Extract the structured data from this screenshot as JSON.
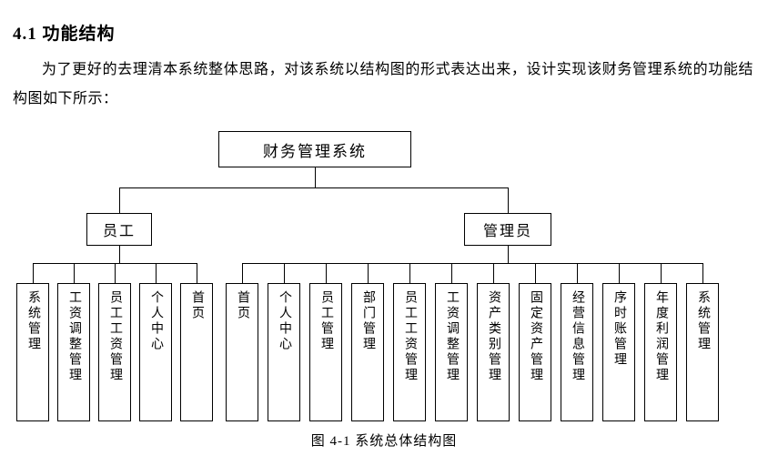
{
  "page": {
    "heading": "4.1 功能结构",
    "paragraph": "为了更好的去理清本系统整体思路，对该系统以结构图的形式表达出来，设计实现该财务管理系统的功能结构图如下所示：",
    "caption": "图 4-1 系统总体结构图"
  },
  "diagram": {
    "root": "财务管理系统",
    "line_color": "#000000",
    "branches": [
      {
        "label": "员工",
        "children": [
          "系统管理",
          "工资调整管理",
          "员工工资管理",
          "个人中心",
          "首页"
        ]
      },
      {
        "label": "管理员",
        "children": [
          "首页",
          "个人中心",
          "员工管理",
          "部门管理",
          "员工工资管理",
          "工资调整管理",
          "资产类别管理",
          "固定资产管理",
          "经营信息管理",
          "序时账管理",
          "年度利润管理",
          "系统管理"
        ]
      }
    ]
  }
}
